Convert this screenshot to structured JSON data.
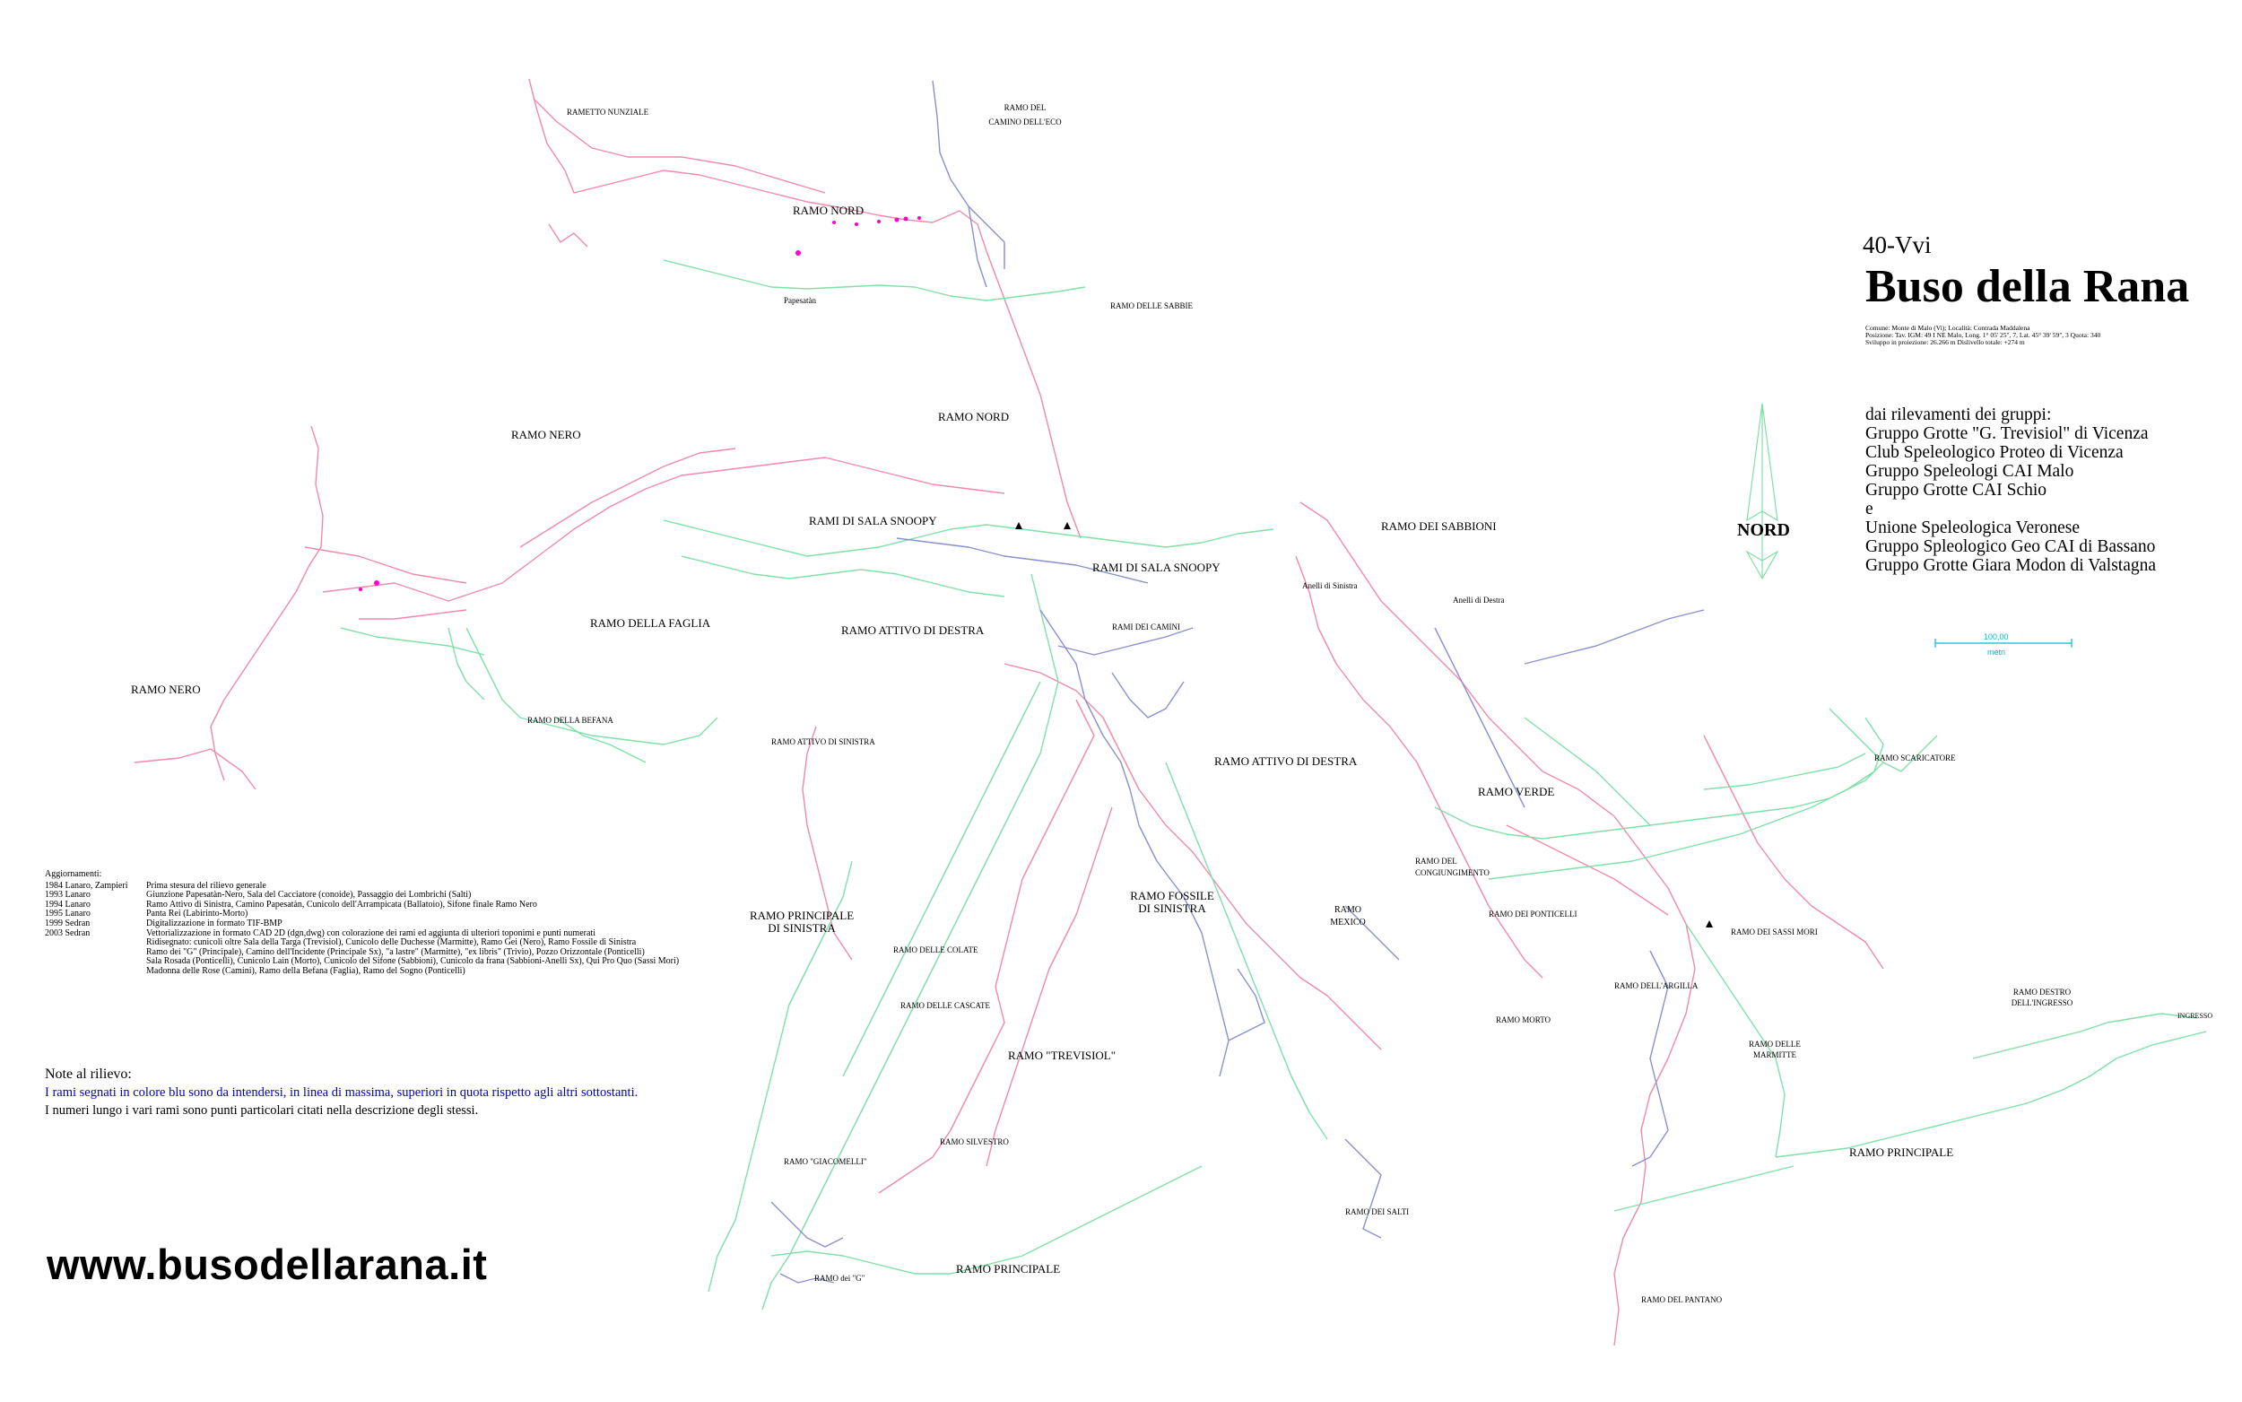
{
  "header": {
    "code": "40-Vvi",
    "title": "Buso della Rana",
    "location_lines": [
      "Comune: Monte di Malo (Vi); Località: Contrada Maddalena",
      "Posizione: Tav. IGM: 49 I NE Malo, Long. 1° 05' 25\", 7, Lat. 45° 39' 59\", 3 Quota: 340",
      "Sviluppo in proiezione: 26.266 m  Dislivello totale: +274 m"
    ]
  },
  "surveyors": {
    "intro": "dai rilevamenti dei gruppi:",
    "groups": [
      "Gruppo Grotte \"G. Trevisiol\" di Vicenza",
      "Club Speleologico Proteo di Vicenza",
      "Gruppo Speleologi CAI Malo",
      "Gruppo Grotte CAI Schio",
      "e",
      "Unione Speleologica Veronese",
      "Gruppo Spleologico Geo CAI di Bassano",
      "Gruppo Grotte Giara Modon di Valstagna"
    ]
  },
  "north_label": "NORD",
  "scale": {
    "value": "100,00",
    "unit": "metri"
  },
  "updates": {
    "heading": "Aggiornamenti:",
    "rows": [
      {
        "year": "1984 Lanaro, Zampieri",
        "text": "Prima stesura del rilievo generale"
      },
      {
        "year": "1993 Lanaro",
        "text": "Giunzione Papesatàn-Nero, Sala del Cacciatore (conoide), Passaggio dei Lombrichi (Salti)"
      },
      {
        "year": "1994 Lanaro",
        "text": "Ramo Attivo di Sinistra, Camino Papesatàn, Cunicolo dell'Arrampicata (Ballatoio), Sifone finale Ramo Nero"
      },
      {
        "year": "1995 Lanaro",
        "text": "Panta Rei (Labirinto-Morto)"
      },
      {
        "year": "1999 Sedran",
        "text": "Digitalizzazione in formato TIF-BMP"
      },
      {
        "year": "2003 Sedran",
        "text": "Vettorializzazione in formato CAD 2D (dgn,dwg) con colorazione dei rami ed aggiunta di ulteriori toponimi e punti numerati"
      },
      {
        "year": "",
        "text": "Ridisegnato: cunicoli oltre Sala della Targa (Trevisiol), Cunicolo delle Duchesse (Marmitte), Ramo Gei (Nero), Ramo Fossile di Sinistra"
      },
      {
        "year": "",
        "text": "Ramo dei \"G\" (Principale), Camino dell'Incidente (Principale Sx), \"a lastre\" (Marmitte), \"ex libris\" (Trivio), Pozzo Orizzontale (Ponticelli)"
      },
      {
        "year": "",
        "text": "Sala Rosada (Ponticelli), Cunicolo Lain (Morto), Cunicolo del Sifone (Sabbioni), Cunicolo da frana (Sabbioni-Anelli Sx), Qui Pro Quo (Sassi Mori)"
      },
      {
        "year": "",
        "text": "Madonna delle Rose (Camini), Ramo della Befana (Faglia), Ramo del Sogno (Ponticelli)"
      }
    ]
  },
  "notes": {
    "heading": "Note al rilievo:",
    "blue_note": "I rami segnati in colore blu sono da intendersi, in linea di massima, superiori in quota rispetto agli altri sottostanti.",
    "black_note": "I numeri lungo i vari rami sono punti particolari citati nella descrizione degli stessi."
  },
  "website": "www.busodellarana.it",
  "branches": {
    "rametto_nunziale": "RAMETTO NUNZIALE",
    "camino_eco_1": "RAMO DEL",
    "camino_eco_2": "CAMINO DELL'ECO",
    "ramo_nord_top": "RAMO NORD",
    "ramo_nord_mid": "RAMO NORD",
    "ramo_delle_sabbie": "RAMO DELLE SABBIE",
    "ramo_nero_top": "RAMO NERO",
    "ramo_nero_left": "RAMO NERO",
    "rami_sala_snoopy_1": "RAMI DI SALA SNOOPY",
    "rami_sala_snoopy_2": "RAMI DI SALA SNOOPY",
    "ramo_dei_sabbioni": "RAMO DEI SABBIONI",
    "ramo_della_faglia": "RAMO DELLA FAGLIA",
    "ramo_attivo_destra_1": "RAMO ATTIVO DI DESTRA",
    "ramo_attivo_destra_2": "RAMO ATTIVO DI DESTRA",
    "ramo_dei_camini": "RAMI DEI CAMINI",
    "ramo_della_befana": "RAMO DELLA BEFANA",
    "ramo_attivo_sinistra": "RAMO ATTIVO DI SINISTRA",
    "ramo_verde": "RAMO VERDE",
    "ramo_scaricatore": "RAMO SCARICATORE",
    "ramo_del_congiungimento_1": "RAMO DEL",
    "ramo_del_congiungimento_2": "CONGIUNGIMENTO",
    "ramo_dei_ponticelli": "RAMO DEI PONTICELLI",
    "ramo_principale_sinistra_1": "RAMO PRINCIPALE",
    "ramo_principale_sinistra_2": "DI SINISTRA",
    "ramo_fossile_1": "RAMO FOSSILE",
    "ramo_fossile_2": "DI SINISTRA",
    "ramo_mexico_1": "RAMO",
    "ramo_mexico_2": "MEXICO",
    "ramo_dei_sassi_mori": "RAMO DEI SASSI MORI",
    "ramo_delle_colate": "RAMO DELLE COLATE",
    "ramo_dell_argilla": "RAMO DELL'ARGILLA",
    "ramo_destro_ingresso_1": "RAMO DESTRO",
    "ramo_destro_ingresso_2": "DELL'INGRESSO",
    "ingresso": "INGRESSO",
    "ramo_delle_cascate": "RAMO DELLE CASCATE",
    "ramo_morto": "RAMO MORTO",
    "ramo_delle_marmitte_1": "RAMO DELLE",
    "ramo_delle_marmitte_2": "MARMITTE",
    "ramo_trevisiol": "RAMO \"TREVISIOL\"",
    "ramo_principale_right": "RAMO PRINCIPALE",
    "ramo_giacomelli": "RAMO \"GIACOMELLI\"",
    "ramo_silvestro": "RAMO SILVESTRO",
    "ramo_dei_salti": "RAMO DEI SALTI",
    "ramo_principale_bottom": "RAMO PRINCIPALE",
    "ramo_dei_g": "RAMO dei \"G\"",
    "ramo_del_pantano": "RAMO DEL PANTANO",
    "papesatan": "Papesatàn",
    "anelli_sinistra": "Anelli di Sinistra",
    "anelli_destra": "Anelli di Destra"
  },
  "colors": {
    "pink": "#f08aa8",
    "green": "#7fe0a8",
    "blue": "#8a8fd0",
    "magenta": "#ff00cc",
    "cyan": "#00bcd4"
  }
}
